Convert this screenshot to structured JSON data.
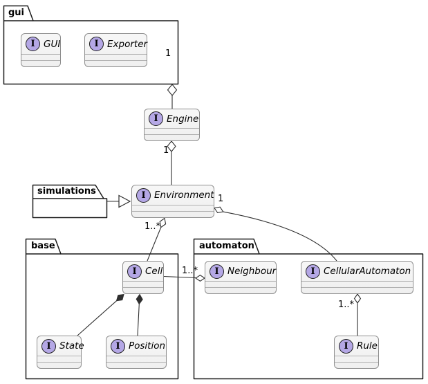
{
  "diagram_title": "cellular automaton uml class diagram",
  "colors": {
    "canvas_bg": "#ffffff",
    "package_fill": "#ffffff",
    "package_border": "#1a1a1a",
    "box_fill": "#f2f2f2",
    "box_border": "#8e8e8e",
    "box_separator": "#b0b0b0",
    "icon_fill": "#b4a7e5",
    "icon_border": "#1d1d1d",
    "edge_color": "#2f2f2f",
    "text_color": "#000000"
  },
  "packages": {
    "gui": {
      "label": "gui"
    },
    "simulations": {
      "label": "simulations"
    },
    "base": {
      "label": "base"
    },
    "automaton": {
      "label": "automaton"
    }
  },
  "interfaces": {
    "gui_iface": {
      "icon": "I",
      "name": "GUI"
    },
    "exporter": {
      "icon": "I",
      "name": "Exporter"
    },
    "engine": {
      "icon": "I",
      "name": "Engine"
    },
    "environment": {
      "icon": "I",
      "name": "Environment"
    },
    "cell": {
      "icon": "I",
      "name": "Cell"
    },
    "state": {
      "icon": "I",
      "name": "State"
    },
    "position": {
      "icon": "I",
      "name": "Position"
    },
    "neighbour": {
      "icon": "I",
      "name": "Neighbour"
    },
    "cellular_automaton": {
      "icon": "I",
      "name": "CellularAutomaton"
    },
    "rule": {
      "icon": "I",
      "name": "Rule"
    }
  },
  "multiplicities": {
    "gui_engine_gui_end": "1",
    "engine_environment_engine_end": "1",
    "environment_ca_env_end": "1",
    "environment_cell_env_end": "1..*",
    "cell_neighbour_cell_end": "1..*",
    "ca_rule_ca_end": "1..*"
  }
}
